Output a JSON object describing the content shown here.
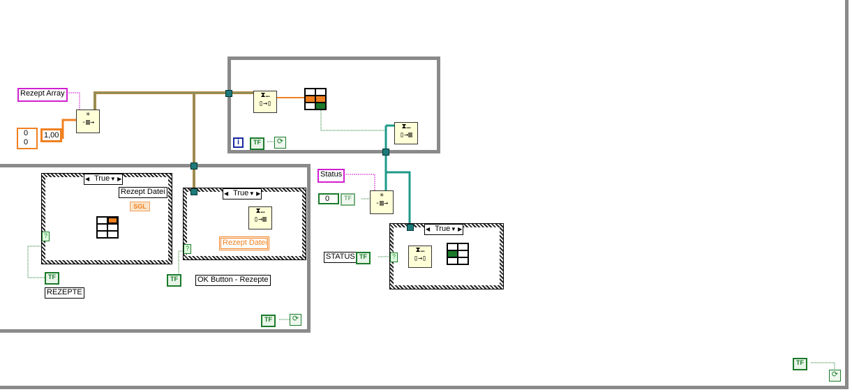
{
  "controls": {
    "rezept_array": "Rezept Array",
    "numeric_rows": [
      "0",
      "0"
    ],
    "numeric_size": "1,00",
    "status": "Status",
    "status_num": "0",
    "rezept_datei_1": "Rezept Datei",
    "rezept_datei_2": "Rezept Datei",
    "sgl": "SGL",
    "rezepte": "REZEPTE",
    "ok_button": "OK Button - Rezepte",
    "status_label": "STATUS",
    "iteration": "i"
  },
  "case_selectors": [
    "True",
    "True",
    "True"
  ],
  "boolean_const": "TF",
  "wire_colors": {
    "cluster": "#b8863a",
    "queue": "#1e9a8a",
    "string": "#d020d0",
    "boolean": "#1a7a2a",
    "numeric": "#f08020"
  }
}
